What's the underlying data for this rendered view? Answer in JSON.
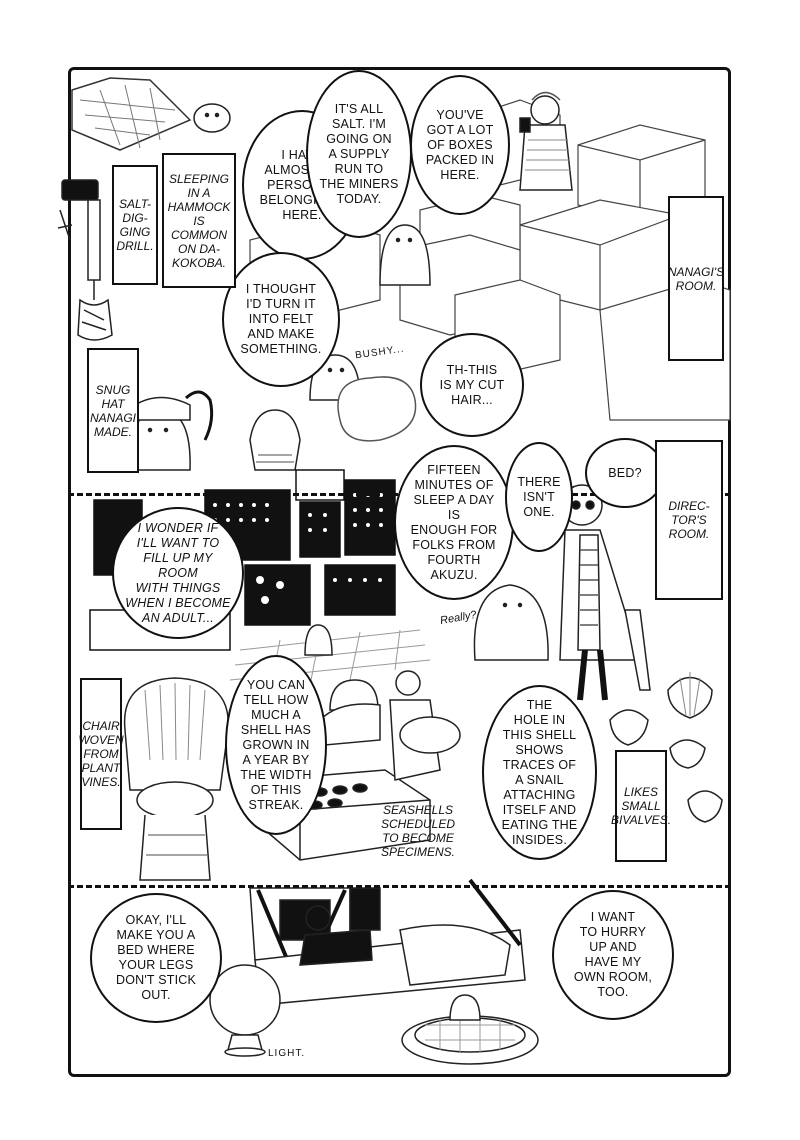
{
  "top_panel": {
    "bubbles": {
      "belongings": "I HAVE\nALMOST NO\nPERSONAL\nBELONGINGS\nHERE.",
      "salt": "IT'S ALL\nSALT. I'M\nGOING ON\nA SUPPLY\nRUN TO\nTHE MINERS\nTODAY.",
      "boxes": "YOU'VE\nGOT A LOT\nOF BOXES\nPACKED IN\nHERE.",
      "felt": "I THOUGHT\nI'D TURN IT\nINTO FELT\nAND MAKE\nSOMETHING.",
      "hair": "TH-THIS\nIS MY CUT\nHAIR..."
    },
    "captions": {
      "drill": "SALT-\nDIG-\nGING\nDRILL.",
      "hammock": "SLEEPING\nIN A\nHAMMOCK\nIS COMMON\nON DA-\nKOKOBA.",
      "room": "NANAGI'S\nROOM.",
      "hat": "SNUG\nHAT\nNANAGI\nMADE."
    },
    "sfx_bushy": "BUSHY..."
  },
  "middle_panel": {
    "bubbles": {
      "wonder": "I WONDER IF\nI'LL WANT TO\nFILL UP MY ROOM\nWITH THINGS\nWHEN I BECOME\nAN ADULT...",
      "fifteen": "FIFTEEN\nMINUTES OF\nSLEEP A DAY IS\nENOUGH FOR\nFOLKS FROM\nFOURTH\nAKUZU.",
      "there_isnt": "THERE\nISN'T\nONE.",
      "bed": "BED?",
      "shell_grown": "YOU CAN\nTELL HOW\nMUCH A\nSHELL HAS\nGROWN IN\nA YEAR BY\nTHE WIDTH\nOF THIS\nSTREAK.",
      "hole": "THE\nHOLE IN\nTHIS SHELL\nSHOWS\nTRACES OF\nA SNAIL\nATTACHING\nITSELF AND\nEATING THE\nINSIDES."
    },
    "captions": {
      "director": "DIREC-\nTOR'S\nROOM.",
      "chair": "CHAIR\nWOVEN\nFROM\nPLANT\nVINES.",
      "seashells": "SEASHELLS\nSCHEDULED\nTO BECOME\nSPECIMENS.",
      "bivalves": "LIKES\nSMALL\nBIVALVES."
    },
    "sfx_really": "Really?"
  },
  "bottom_panel": {
    "bubbles": {
      "okay": "OKAY, I'LL\nMAKE YOU A\nBED WHERE\nYOUR LEGS\nDON'T STICK\nOUT.",
      "hurry": "I WANT\nTO HURRY\nUP AND\nHAVE MY\nOWN ROOM,\nTOO."
    },
    "sfx_light": "LIGHT."
  }
}
